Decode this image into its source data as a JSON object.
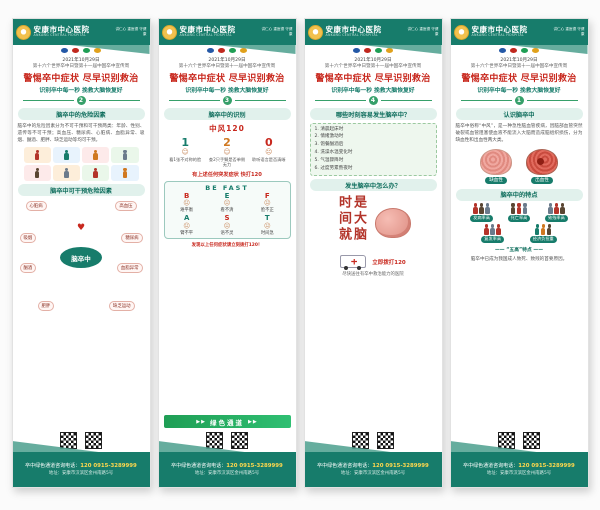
{
  "shared": {
    "hospital_name": "安康市中心医院",
    "hospital_en": "ANKANG CENTRAL HOSPITAL",
    "motto": "讲仁心 重医德 守健康",
    "date": "2021年10月29日",
    "event": "第十六个世界卒中日暨第十一届中国卒中宣传周",
    "title": "警惕卒中症状 尽早识别救治",
    "subtitle": "识别卒中每一秒 挽救大脑恢复好",
    "hotline_label": "卒中绿色通道咨询电话：",
    "hotline_numbers": "120  0915-3289999",
    "address": "地址：安康市汉滨区金州南路5号"
  },
  "banners": [
    {
      "number": "2",
      "s1_title": "脑卒中的危险因素",
      "s1_text": "脑卒中的危险因素分为不可干预和可干预两类：年龄、性别、遗传等不可干预；高血压、糖尿病、心脏病、血脂异常、吸烟、酗酒、肥胖、缺乏运动等均可干预。",
      "s2_title": "脑卒中可干预危险因素",
      "center_label": "脑卒中",
      "factors": [
        "心脏病",
        "高血压",
        "糖尿病",
        "血脂异常",
        "吸烟",
        "酗酒",
        "肥胖",
        "缺乏运动"
      ]
    },
    {
      "number": "3",
      "s1_title": "脑卒中的识别",
      "method1_title": "中风120",
      "steps": [
        {
          "num": "1",
          "text": "看1张不对称的脸"
        },
        {
          "num": "2",
          "text": "查2只手臂是否单侧无力"
        },
        {
          "num": "0",
          "text": "聆听语言是否清晰"
        }
      ],
      "call_text": "有上述任何突发症状 快打120",
      "method2_title": "BE FAST",
      "befast": [
        {
          "letter": "B",
          "label": "难平衡"
        },
        {
          "letter": "E",
          "label": "看不清"
        },
        {
          "letter": "F",
          "label": "脸不正"
        },
        {
          "letter": "A",
          "label": "臂不平"
        },
        {
          "letter": "S",
          "label": "语不灵"
        },
        {
          "letter": "T",
          "label": "时间急"
        }
      ],
      "alert": "发现以上任何症状请立刻拨打120！",
      "channel": "绿色通道"
    },
    {
      "number": "4",
      "s1_title": "哪些时刻容易发生脑卒中？",
      "moments": [
        "1. 清晨起床时",
        "2. 情绪激动时",
        "3. 饱餐酗酒后",
        "4. 洗澡水温变化时",
        "5. 气温骤降时",
        "6. 过度劳累熬夜时"
      ],
      "s2_title": "发生脑卒中怎么办？",
      "slogan": "时间就是大脑",
      "action": "立即拨打120",
      "caption": "尽快送往有卒中救治能力的医院"
    },
    {
      "number": "1",
      "s1_title": "认识脑卒中",
      "s1_text": "脑卒中俗称“中风”，是一种急性脑血管疾病，因脑部血管突然破裂或血管阻塞使血液不能流入大脑而造成脑组织损伤，分为缺血性和出血性两大类。",
      "brain_labels": [
        "缺血性",
        "出血性"
      ],
      "s2_title": "脑卒中的特点",
      "features": [
        "发病率高",
        "死亡率高",
        "致残率高",
        "复发率高",
        "经济负担重"
      ],
      "note": "—— “五高”特点 ——",
      "bottom_text": "脑卒中已成为我国成人致死、致残的首要原因。"
    }
  ]
}
